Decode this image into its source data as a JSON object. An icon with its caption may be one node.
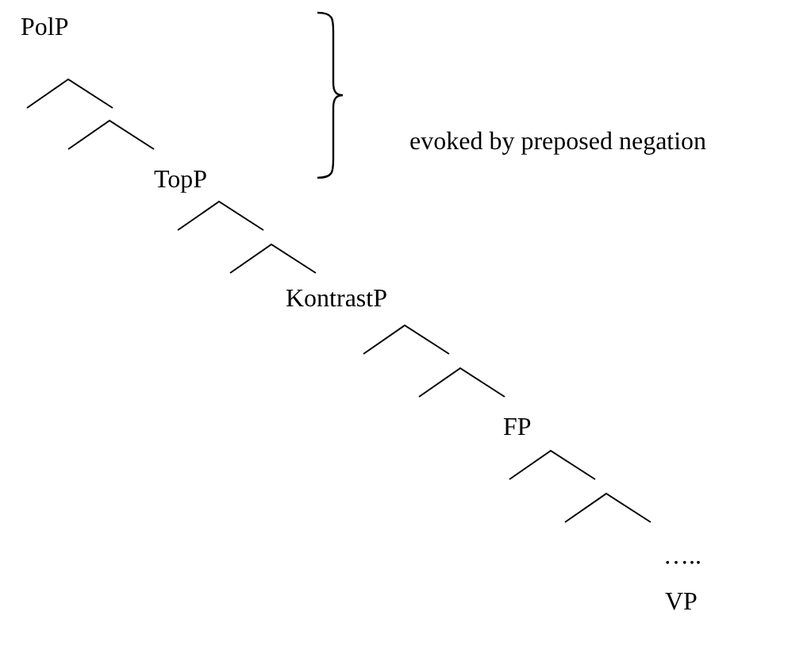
{
  "diagram": {
    "labels": [
      "PolP",
      "evoked by preposed negation",
      "TopP",
      "KontrastP",
      "FP",
      "…..",
      "VP"
    ]
  }
}
